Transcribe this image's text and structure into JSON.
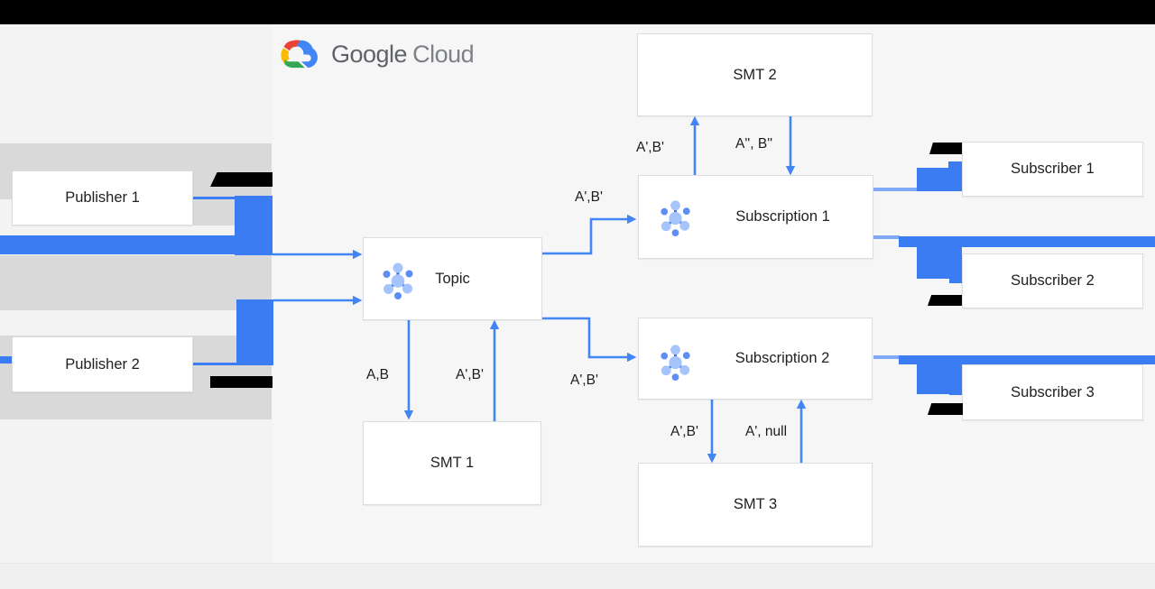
{
  "brand": {
    "google": "Google",
    "cloud": "Cloud"
  },
  "nodes": {
    "publisher1": "Publisher 1",
    "publisher2": "Publisher 2",
    "topic": "Topic",
    "smt1": "SMT 1",
    "smt2": "SMT 2",
    "smt3": "SMT 3",
    "subscription1": "Subscription 1",
    "subscription2": "Subscription 2",
    "subscriber1": "Subscriber 1",
    "subscriber2": "Subscriber 2",
    "subscriber3": "Subscriber 3"
  },
  "edge_labels": {
    "topic_to_smt1": "A,B",
    "smt1_to_topic": "A',B'",
    "topic_to_sub1": "A',B'",
    "topic_to_sub2": "A',B'",
    "sub1_to_smt2": "A',B'",
    "smt2_to_sub1": "A'', B''",
    "sub2_to_smt3": "A',B'",
    "smt3_to_sub2": "A', null"
  },
  "icons": {
    "pubsub_node": "pubsub-hub-icon",
    "cloud_logo": "google-cloud-icon"
  },
  "colors": {
    "arrow_blue": "#4285f4",
    "redaction_blue": "#3b7cf2",
    "stub_blue": "#7fa9f7",
    "band_gray": "#d9d9d9",
    "bar_black": "#000000",
    "icon_light_blue": "#a5c4fb",
    "icon_mid_blue": "#5d8df6",
    "icon_dark_blue": "#3a6fe0",
    "logo_red": "#ea4335",
    "logo_yellow": "#fbbc05",
    "logo_green": "#34a853",
    "logo_blue": "#4285f4",
    "text_dark": "#212121"
  }
}
